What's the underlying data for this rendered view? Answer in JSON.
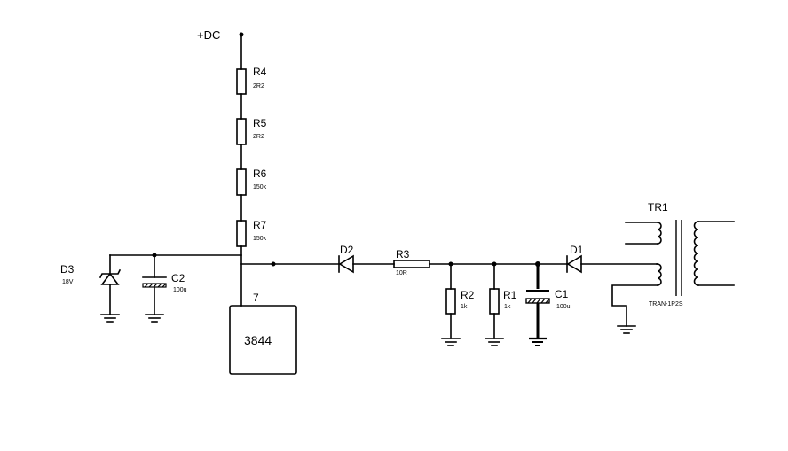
{
  "supply_label": "+DC",
  "ic": {
    "pin": "7",
    "label": "3844"
  },
  "components": {
    "R4": {
      "ref": "R4",
      "value": "2R2"
    },
    "R5": {
      "ref": "R5",
      "value": "2R2"
    },
    "R6": {
      "ref": "R6",
      "value": "150k"
    },
    "R7": {
      "ref": "R7",
      "value": "150k"
    },
    "D3": {
      "ref": "D3",
      "value": "18V"
    },
    "C2": {
      "ref": "C2",
      "value": "100u"
    },
    "D2": {
      "ref": "D2"
    },
    "R3": {
      "ref": "R3",
      "value": "10R"
    },
    "R2": {
      "ref": "R2",
      "value": "1k"
    },
    "R1": {
      "ref": "R1",
      "value": "1k"
    },
    "C1": {
      "ref": "C1",
      "value": "100u"
    },
    "D1": {
      "ref": "D1"
    },
    "TR1": {
      "ref": "TR1",
      "value": "TRAN-1P2S"
    }
  }
}
